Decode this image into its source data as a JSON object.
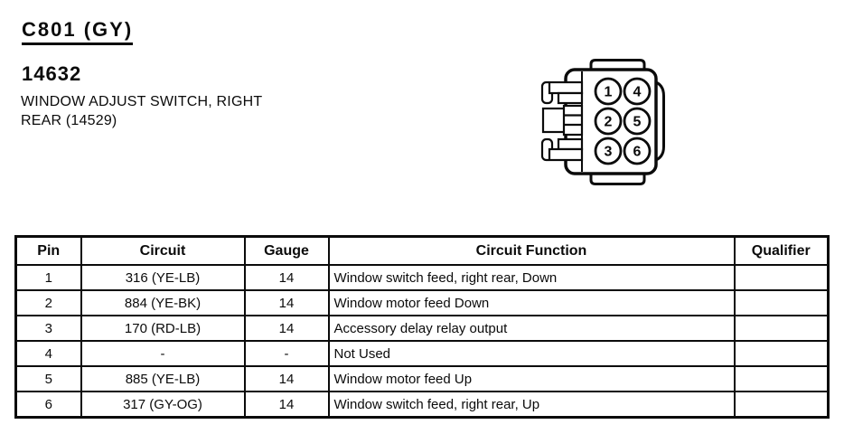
{
  "header": {
    "connector_id": "C801 (GY)",
    "part_number": "14632",
    "description_line1": "WINDOW ADJUST SWITCH, RIGHT",
    "description_line2": "REAR (14529)"
  },
  "connector": {
    "left_column_pins": [
      "1",
      "2",
      "3"
    ],
    "right_column_pins": [
      "4",
      "5",
      "6"
    ]
  },
  "pin_table": {
    "columns": [
      "Pin",
      "Circuit",
      "Gauge",
      "Circuit Function",
      "Qualifier"
    ],
    "rows": [
      {
        "pin": "1",
        "circuit": "316 (YE-LB)",
        "gauge": "14",
        "function": "Window switch feed, right rear, Down",
        "qualifier": ""
      },
      {
        "pin": "2",
        "circuit": "884 (YE-BK)",
        "gauge": "14",
        "function": "Window motor feed Down",
        "qualifier": ""
      },
      {
        "pin": "3",
        "circuit": "170 (RD-LB)",
        "gauge": "14",
        "function": "Accessory delay relay output",
        "qualifier": ""
      },
      {
        "pin": "4",
        "circuit": "-",
        "gauge": "-",
        "function": "Not Used",
        "qualifier": ""
      },
      {
        "pin": "5",
        "circuit": "885 (YE-LB)",
        "gauge": "14",
        "function": "Window motor feed Up",
        "qualifier": ""
      },
      {
        "pin": "6",
        "circuit": "317 (GY-OG)",
        "gauge": "14",
        "function": "Window switch feed, right rear, Up",
        "qualifier": ""
      }
    ]
  },
  "colors": {
    "ink": "#0b0b0b",
    "paper": "#ffffff"
  }
}
